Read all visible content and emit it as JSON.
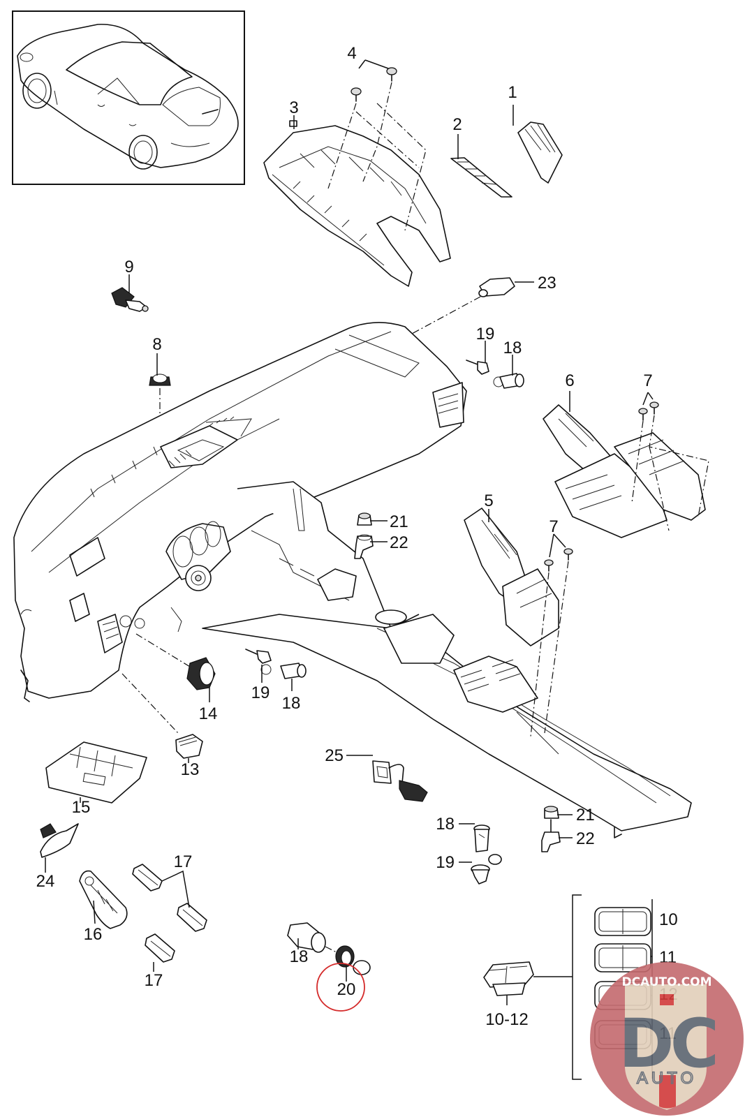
{
  "diagram": {
    "title": "Dashboard / center console switches exploded parts diagram",
    "overview_inset": {
      "description": "Sedan vehicle overview drawing"
    },
    "callouts": [
      {
        "id": "c1",
        "label": "1",
        "part": "Trim panel"
      },
      {
        "id": "c2",
        "label": "2",
        "part": "Trim strip"
      },
      {
        "id": "c3",
        "label": "3",
        "part": "Console carrier"
      },
      {
        "id": "c4",
        "label": "4",
        "part": "Screws"
      },
      {
        "id": "c5",
        "label": "5",
        "part": "Switch panel front"
      },
      {
        "id": "c6",
        "label": "6",
        "part": "Switch panel rear"
      },
      {
        "id": "c7a",
        "label": "7",
        "part": "Screws"
      },
      {
        "id": "c7b",
        "label": "7",
        "part": "Screws"
      },
      {
        "id": "c8",
        "label": "8",
        "part": "Sensor"
      },
      {
        "id": "c9",
        "label": "9",
        "part": "Sensor"
      },
      {
        "id": "c10",
        "label": "10",
        "part": "Switch"
      },
      {
        "id": "c11a",
        "label": "11",
        "part": "Switch"
      },
      {
        "id": "c12",
        "label": "12",
        "part": "Switch"
      },
      {
        "id": "c11b",
        "label": "11",
        "part": "Switch"
      },
      {
        "id": "c10_12",
        "label": "10-12",
        "part": "Seat switch"
      },
      {
        "id": "c13",
        "label": "13",
        "part": "Switch"
      },
      {
        "id": "c14",
        "label": "14",
        "part": "Light switch"
      },
      {
        "id": "c15",
        "label": "15",
        "part": "Switch panel"
      },
      {
        "id": "c16",
        "label": "16",
        "part": "Window switch driver"
      },
      {
        "id": "c17a",
        "label": "17",
        "part": "Window switch"
      },
      {
        "id": "c17b",
        "label": "17",
        "part": "Window switch"
      },
      {
        "id": "c18a",
        "label": "18",
        "part": "Socket"
      },
      {
        "id": "c19a",
        "label": "19",
        "part": "Socket cover"
      },
      {
        "id": "c18b",
        "label": "18",
        "part": "Socket"
      },
      {
        "id": "c19b",
        "label": "19",
        "part": "Socket cover"
      },
      {
        "id": "c18c",
        "label": "18",
        "part": "Socket"
      },
      {
        "id": "c19c",
        "label": "19",
        "part": "Socket cover"
      },
      {
        "id": "c18d",
        "label": "18",
        "part": "Socket"
      },
      {
        "id": "c20",
        "label": "20",
        "part": "Socket cap"
      },
      {
        "id": "c21a",
        "label": "21",
        "part": "Bulb"
      },
      {
        "id": "c22a",
        "label": "22",
        "part": "Bulb holder"
      },
      {
        "id": "c21b",
        "label": "21",
        "part": "Bulb"
      },
      {
        "id": "c22b",
        "label": "22",
        "part": "Bulb holder"
      },
      {
        "id": "c23",
        "label": "23",
        "part": "Switch"
      },
      {
        "id": "c24",
        "label": "24",
        "part": "Switch"
      },
      {
        "id": "c25",
        "label": "25",
        "part": "Socket with wiring"
      }
    ],
    "highlight": {
      "target": "20",
      "color": "#d42a2a"
    },
    "watermark": {
      "top_text": "DCAUTO.COM",
      "logo_text": "DC",
      "bottom_text": "AUTO",
      "colors": {
        "disk": "#c46a6e",
        "shield": "#e8e0c8",
        "letters": "#5c6470",
        "accent": "#d13a3a",
        "text": "#ffffff"
      }
    }
  }
}
